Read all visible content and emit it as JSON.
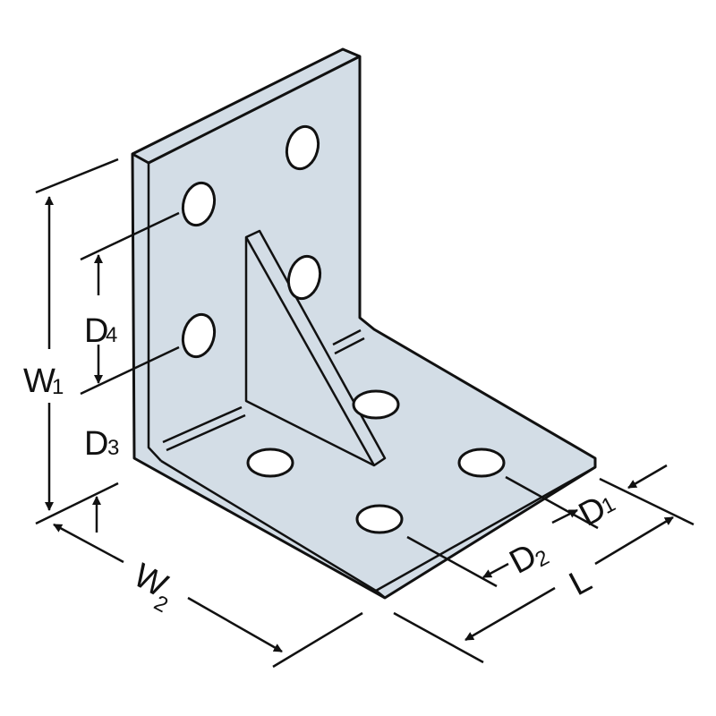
{
  "diagram": {
    "subject": "Angle bracket with gusset",
    "colors": {
      "plate": "#d3dde6",
      "outline": "#111111",
      "background": "#ffffff"
    },
    "labels": {
      "W1": {
        "main": "W",
        "sub": "1"
      },
      "W2": {
        "main": "W",
        "sub": "2"
      },
      "D1": {
        "main": "D",
        "sub": "1"
      },
      "D2": {
        "main": "D",
        "sub": "2"
      },
      "D3": {
        "main": "D",
        "sub": "3"
      },
      "D4": {
        "main": "D",
        "sub": "4"
      },
      "L": {
        "main": "L"
      }
    },
    "holes": {
      "vertical_leg": 4,
      "horizontal_leg": 4
    }
  }
}
